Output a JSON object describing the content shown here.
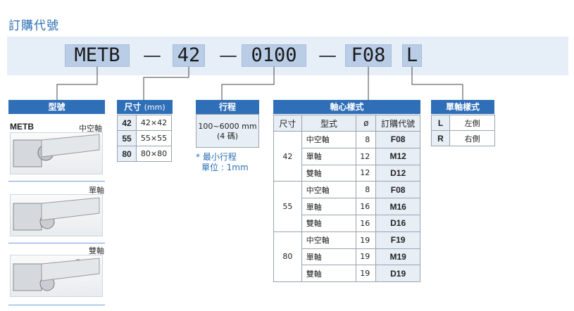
{
  "title": "訂購代號",
  "code": {
    "segments": [
      "METB",
      "42",
      "0100",
      "F08",
      "L"
    ],
    "dash": "—"
  },
  "model": {
    "header": "型號",
    "name": "METB",
    "variants": [
      "中空軸",
      "單軸",
      "雙軸"
    ]
  },
  "size": {
    "header": "尺寸",
    "unit": "(mm)",
    "rows": [
      {
        "key": "42",
        "value": "42×42"
      },
      {
        "key": "55",
        "value": "55×55"
      },
      {
        "key": "80",
        "value": "80×80"
      }
    ]
  },
  "stroke": {
    "header": "行程",
    "range": "100~6000 mm",
    "digits": "(4 碼)",
    "note_1": "* 最小行程",
    "note_2": "單位 : 1mm"
  },
  "shaft": {
    "header": "軸心樣式",
    "columns": [
      "尺寸",
      "型式",
      "ø",
      "訂購代號"
    ],
    "groups": [
      {
        "size": "42",
        "rows": [
          {
            "type": "中空軸",
            "dia": "8",
            "code": "F08"
          },
          {
            "type": "單軸",
            "dia": "12",
            "code": "M12"
          },
          {
            "type": "雙軸",
            "dia": "12",
            "code": "D12"
          }
        ]
      },
      {
        "size": "55",
        "rows": [
          {
            "type": "中空軸",
            "dia": "8",
            "code": "F08"
          },
          {
            "type": "單軸",
            "dia": "16",
            "code": "M16"
          },
          {
            "type": "雙軸",
            "dia": "16",
            "code": "D16"
          }
        ]
      },
      {
        "size": "80",
        "rows": [
          {
            "type": "中空軸",
            "dia": "19",
            "code": "F19"
          },
          {
            "type": "單軸",
            "dia": "19",
            "code": "M19"
          },
          {
            "type": "雙軸",
            "dia": "19",
            "code": "D19"
          }
        ]
      }
    ]
  },
  "direction": {
    "header": "單軸樣式",
    "rows": [
      {
        "key": "L",
        "value": "左側"
      },
      {
        "key": "R",
        "value": "右側"
      }
    ]
  },
  "colors": {
    "accent": "#2f6fb8",
    "cell": "#e8eef6",
    "band": "#e6eef8",
    "segment": "#b9cde6"
  }
}
